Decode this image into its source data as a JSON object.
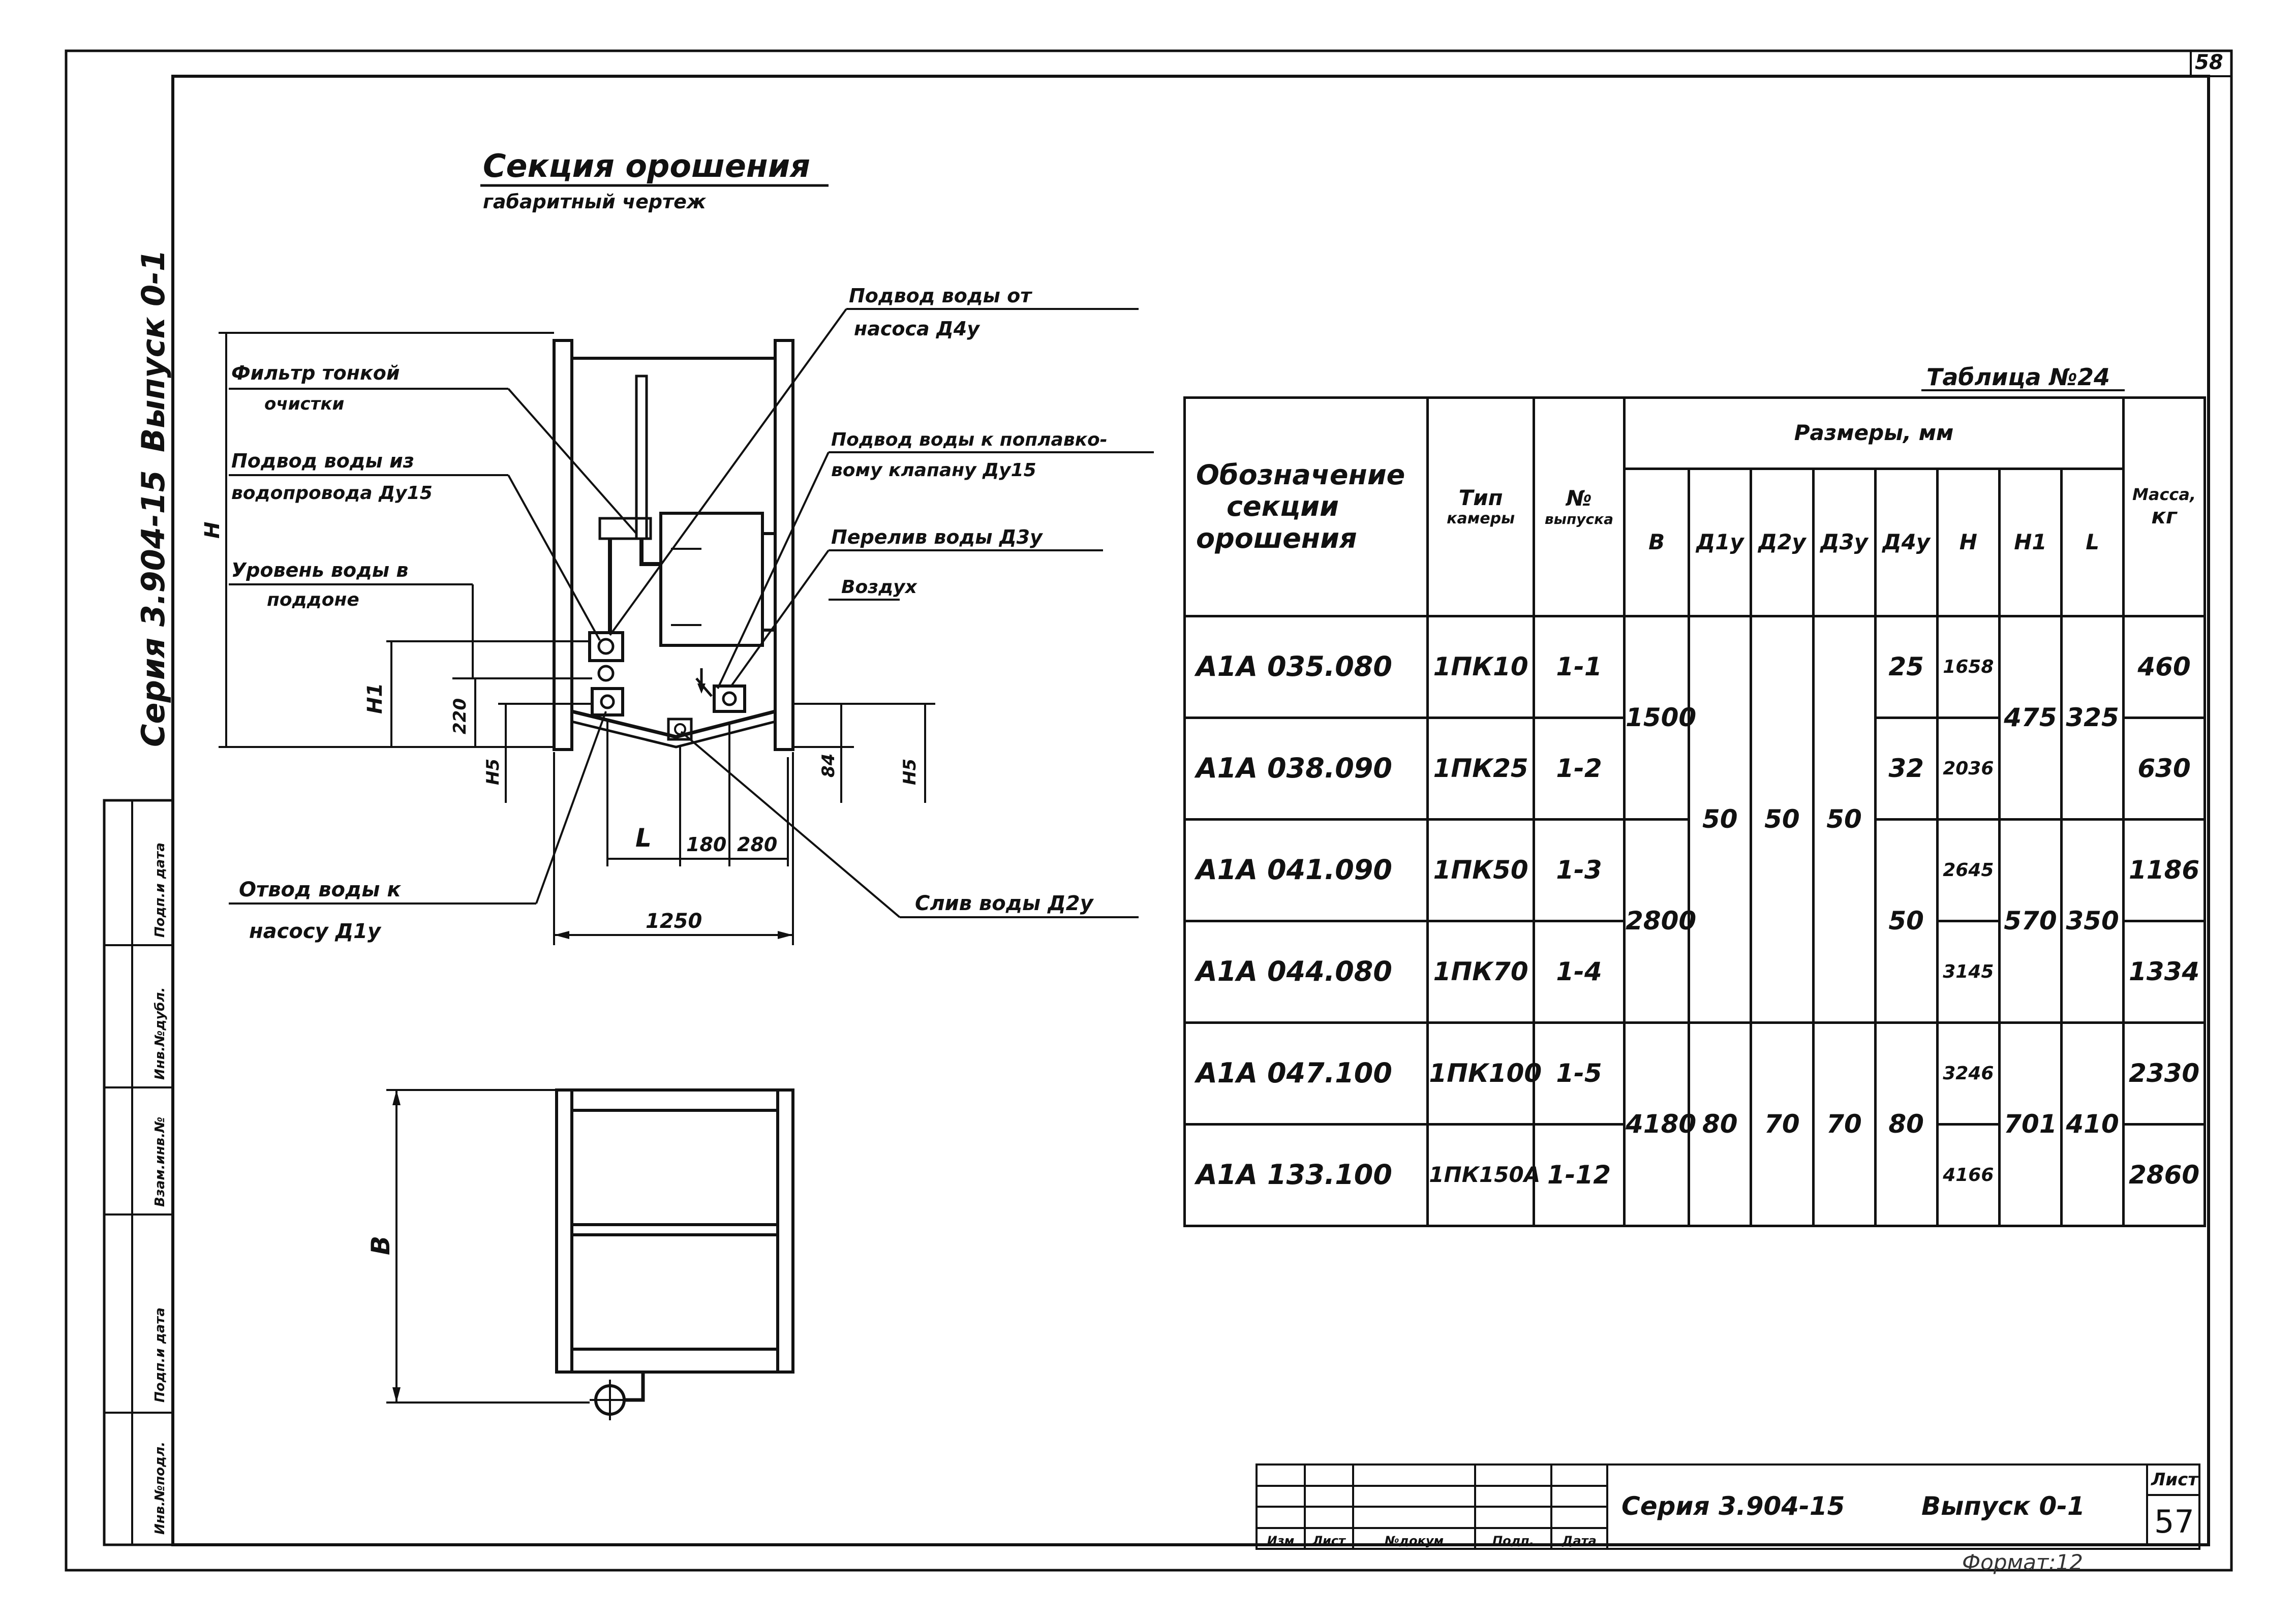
{
  "sheet_corner_number": "58",
  "title": "Секция орошения",
  "subtitle": "габаритный чертеж",
  "side_title_series": "Серия 3.904-15",
  "side_title_issue": "Выпуск 0-1",
  "side_stamp_cells": [
    "Инв.№подл.",
    "Подп.и дата",
    "Взам.инв.№",
    "Инв.№дубл.",
    "Подп.и дата"
  ],
  "callouts": {
    "filter": [
      "Фильтр тонкой",
      "очистки"
    ],
    "supply_pump": [
      "Подвод воды от",
      "насоса Д4у"
    ],
    "supply_main": [
      "Подвод воды из",
      "водопровода Ду15"
    ],
    "supply_float": [
      "Подвод воды к поплавко-",
      "вому клапану Ду15"
    ],
    "water_level": [
      "Уровень воды в",
      "поддоне"
    ],
    "overflow": "Перелив воды Д3у",
    "air": "Воздух",
    "outlet_pump": [
      "Отвод воды к",
      "насосу Д1у"
    ],
    "drain": "Слив воды Д2у"
  },
  "dims": {
    "H": "H",
    "H1": "H1",
    "d220": "220",
    "h15a": "Н5",
    "h15b": "Н5",
    "d84": "84",
    "L": "L",
    "d180": "180",
    "d280": "280",
    "d1250": "1250",
    "B": "B"
  },
  "table": {
    "caption": "Таблица №24",
    "headers": {
      "designation": [
        "Обозначение",
        "секции",
        "орошения"
      ],
      "chamber_type": [
        "Тип",
        "камеры"
      ],
      "issue_no": [
        "№",
        "выпуска"
      ],
      "dims_group": "Размеры, мм",
      "cols": [
        "B",
        "Д1у",
        "Д2у",
        "Д3у",
        "Д4у",
        "H",
        "H1",
        "L"
      ],
      "mass": [
        "Масса,",
        "кг"
      ]
    },
    "rows": [
      {
        "name": "А1А 035.080",
        "type": "1ПК10",
        "issue": "1-1",
        "H": "1658",
        "mass": "460"
      },
      {
        "name": "А1А 038.090",
        "type": "1ПК25",
        "issue": "1-2",
        "H": "2036",
        "mass": "630"
      },
      {
        "name": "А1А 041.090",
        "type": "1ПК50",
        "issue": "1-3",
        "H": "2645",
        "mass": "1186"
      },
      {
        "name": "А1А 044.080",
        "type": "1ПК70",
        "issue": "1-4",
        "H": "3145",
        "mass": "1334"
      },
      {
        "name": "А1А 047.100",
        "type": "1ПК100",
        "issue": "1-5",
        "H": "3246",
        "mass": "2330"
      },
      {
        "name": "А1А 133.100",
        "type": "1ПК150А",
        "issue": "1-12",
        "H": "4166",
        "mass": "2860"
      }
    ],
    "merged": {
      "B_a": "1500",
      "B_b": "2800",
      "B_c": "4180",
      "D1_ab": "50",
      "D1_c": "80",
      "D2_ab": "50",
      "D2_c": "70",
      "D3_ab": "50",
      "D3_c": "70",
      "D4_r1": "25",
      "D4_r2": "32",
      "D4_r34": "50",
      "D4_c": "80",
      "H1_a": "475",
      "H1_b": "570",
      "H1_c": "701",
      "L_a": "325",
      "L_b": "350",
      "L_c": "410"
    }
  },
  "title_block": {
    "col_labels": [
      "Изм",
      "Лист",
      "№докум",
      "Подп.",
      "Дата"
    ],
    "series": "Серия 3.904-15",
    "issue": "Выпуск 0-1",
    "sheet_label": "Лист",
    "sheet_no": "57",
    "format": "Формат:12"
  }
}
